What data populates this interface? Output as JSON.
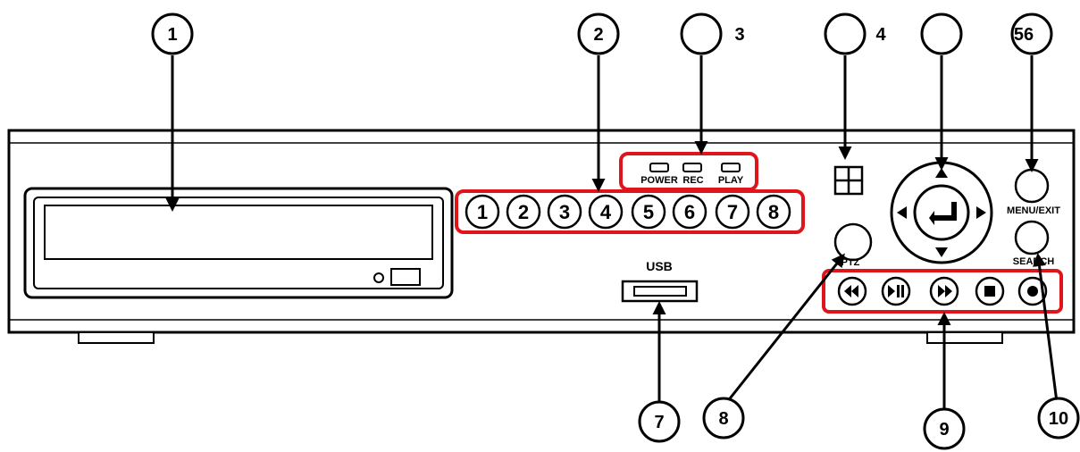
{
  "callouts": {
    "c1": "1",
    "c2": "2",
    "c3": "3",
    "c4": "4",
    "c5": "",
    "c6": "56",
    "c7": "7",
    "c8": "8",
    "c9": "9",
    "c10": "10"
  },
  "leds": {
    "power": "POWER",
    "rec": "REC",
    "play": "PLAY"
  },
  "channels": [
    "1",
    "2",
    "3",
    "4",
    "5",
    "6",
    "7",
    "8"
  ],
  "labels": {
    "usb": "USB",
    "ptz": "PTZ",
    "menu_exit": "MENU/EXIT",
    "search": "SEARCH"
  },
  "colors": {
    "highlight": "#e0141b",
    "line": "#000000"
  }
}
